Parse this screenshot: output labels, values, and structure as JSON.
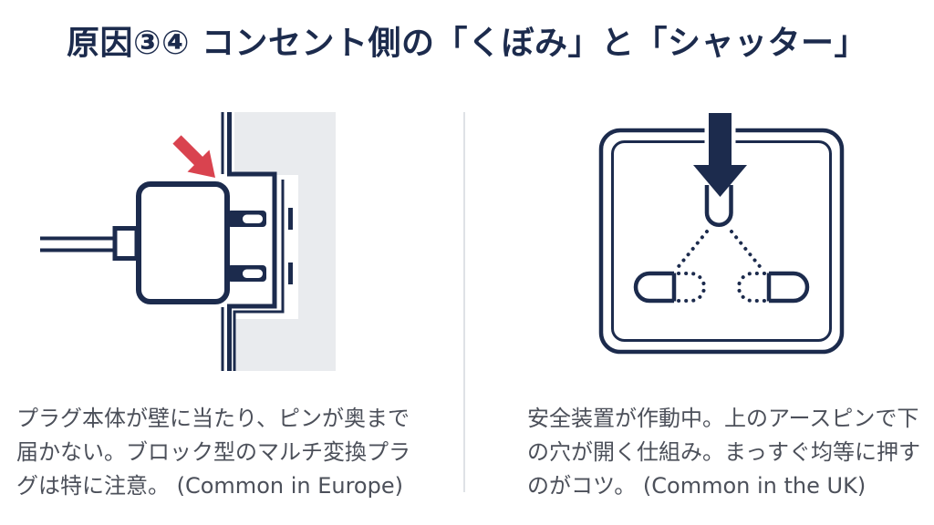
{
  "title": {
    "text": "原因③④ コンセント側の「くぼみ」と「シャッター」"
  },
  "left_panel": {
    "diagram": {
      "name": "plug-blocked-by-recessed-outlet",
      "parts": [
        "power-cable",
        "plug-body",
        "plug-pins",
        "wall-recess",
        "socket-holes",
        "collision-arrow"
      ]
    },
    "caption": {
      "lines": [
        "プラグ本体が壁に当たり、ピンが奥まで",
        "届かない。ブロック型のマルチ変換プラ",
        "グは特に注意。 (Common in Europe)"
      ]
    }
  },
  "right_panel": {
    "diagram": {
      "name": "uk-socket-shutter-mechanism",
      "parts": [
        "socket-faceplate",
        "push-arrow",
        "earth-pin-slot",
        "shutter-linkage-dotted",
        "live-hole",
        "neutral-hole"
      ]
    },
    "caption": {
      "lines": [
        "安全装置が作動中。上のアースピンで下",
        "の穴が開く仕組み。まっすぐ均等に押す",
        "のがコツ。  (Common in the UK)"
      ]
    }
  },
  "colors": {
    "page-bg": "#ffffff",
    "navy": "#1c2b4d",
    "red": "#d9434f",
    "wall": "#e9ebee",
    "divider": "#dfe2e6",
    "caption": "#4c505a",
    "title": "#1c2b4d"
  }
}
